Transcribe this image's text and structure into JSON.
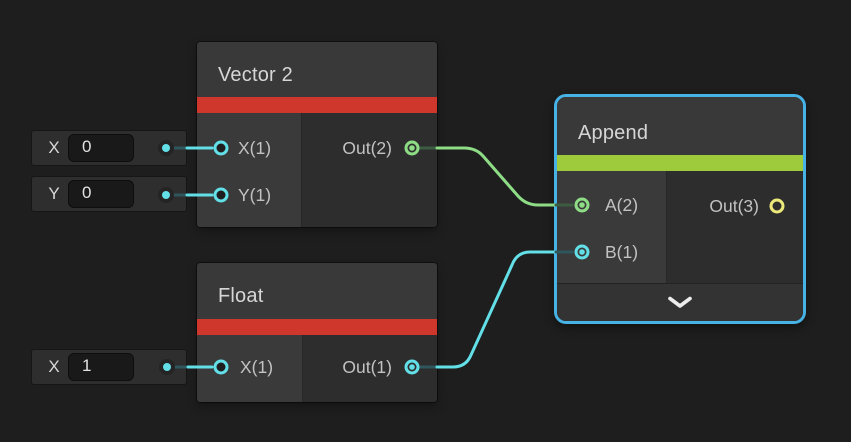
{
  "nodes": {
    "vector2": {
      "title": "Vector 2",
      "inputs": [
        {
          "label": "X(1)"
        },
        {
          "label": "Y(1)"
        }
      ],
      "outputs": [
        {
          "label": "Out(2)"
        }
      ]
    },
    "float": {
      "title": "Float",
      "inputs": [
        {
          "label": "X(1)"
        }
      ],
      "outputs": [
        {
          "label": "Out(1)"
        }
      ]
    },
    "append": {
      "title": "Append",
      "selected": true,
      "inputs": [
        {
          "label": "A(2)"
        },
        {
          "label": "B(1)"
        }
      ],
      "outputs": [
        {
          "label": "Out(3)"
        }
      ]
    }
  },
  "widgets": [
    {
      "label": "X",
      "value": "0"
    },
    {
      "label": "Y",
      "value": "0"
    },
    {
      "label": "X",
      "value": "1"
    }
  ],
  "edges": [
    {
      "from": "Vector 2 / Out(2)",
      "to": "Append / A(2)",
      "color": "#8edc86"
    },
    {
      "from": "Float / Out(1)",
      "to": "Append / B(1)",
      "color": "#63dfe8"
    }
  ],
  "colors": {
    "canvas": "#1e1e1e",
    "accent_vector_node": "#cf362c",
    "accent_append_node": "#9ecb3b",
    "selection_outline": "#47b2e6",
    "port_vector1": "#63dfe8",
    "port_vector2": "#8edc86",
    "port_vector3": "#ece97a"
  }
}
